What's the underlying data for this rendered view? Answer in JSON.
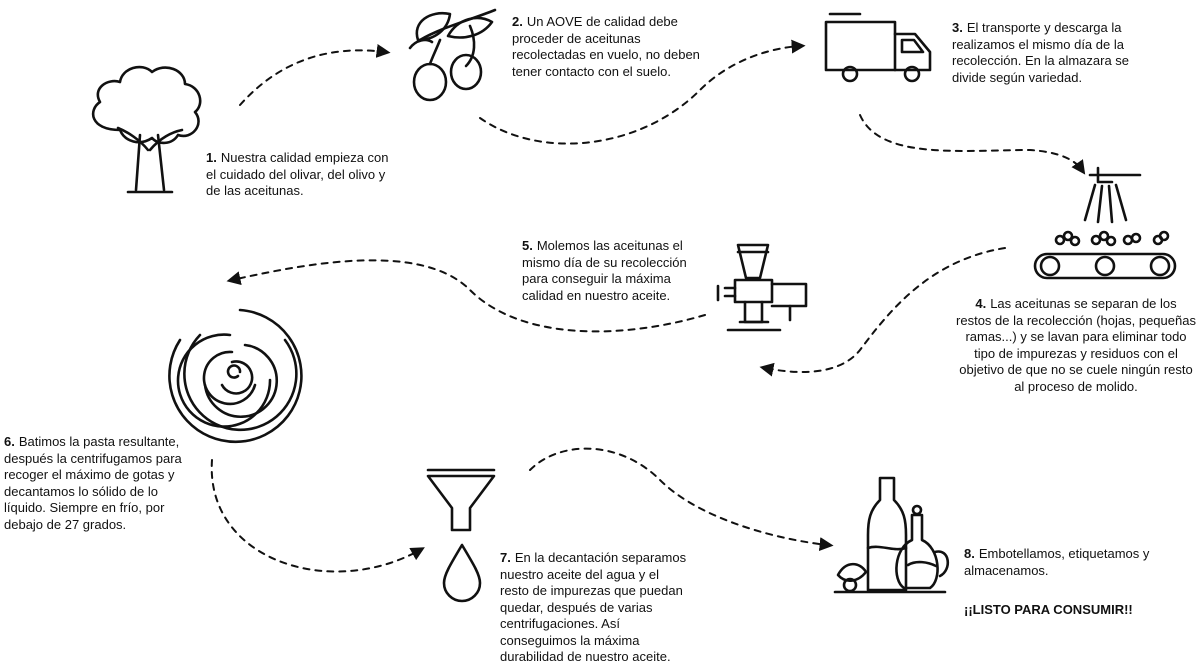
{
  "steps": [
    {
      "number": "1.",
      "text": "Nuestra calidad empieza con el cuidado del olivar, del olivo y de las aceitunas.",
      "icon": "olive-tree-icon"
    },
    {
      "number": "2.",
      "text": "Un AOVE de calidad debe proceder de aceitunas recolectadas en vuelo, no deben tener contacto con el suelo.",
      "icon": "olive-branch-icon"
    },
    {
      "number": "3.",
      "text": "El transporte y descarga la realizamos el mismo día de la recolección. En la almazara se divide según variedad.",
      "icon": "truck-icon"
    },
    {
      "number": "4.",
      "text": "Las aceitunas se separan de los restos de la recolección (hojas, pequeñas ramas...) y se lavan para eliminar todo tipo de impurezas y residuos con el objetivo de que no se cuele ningún resto al proceso de molido.",
      "icon": "washing-conveyor-icon"
    },
    {
      "number": "5.",
      "text": "Molemos las aceitunas el mismo día de su recolección para conseguir la máxima calidad en nuestro aceite.",
      "icon": "mill-icon"
    },
    {
      "number": "6.",
      "text": "Batimos la pasta resultante, después la centrifugamos para recoger el máximo de gotas y decantamos lo sólido de lo líquido. Siempre en frío, por debajo de 27 grados.",
      "icon": "centrifuge-spiral-icon"
    },
    {
      "number": "7.",
      "text": "En la decantación separamos nuestro aceite del agua y el resto de impurezas que puedan quedar, después de varias centrifugaciones. Así conseguimos la máxima durabilidad de nuestro aceite.",
      "icon": "funnel-drop-icon"
    },
    {
      "number": "8.",
      "text": "Embotellamos, etiquetamos y almacenamos.",
      "icon": "bottles-icon"
    }
  ],
  "final_message": "¡¡LISTO PARA CONSUMIR!!"
}
